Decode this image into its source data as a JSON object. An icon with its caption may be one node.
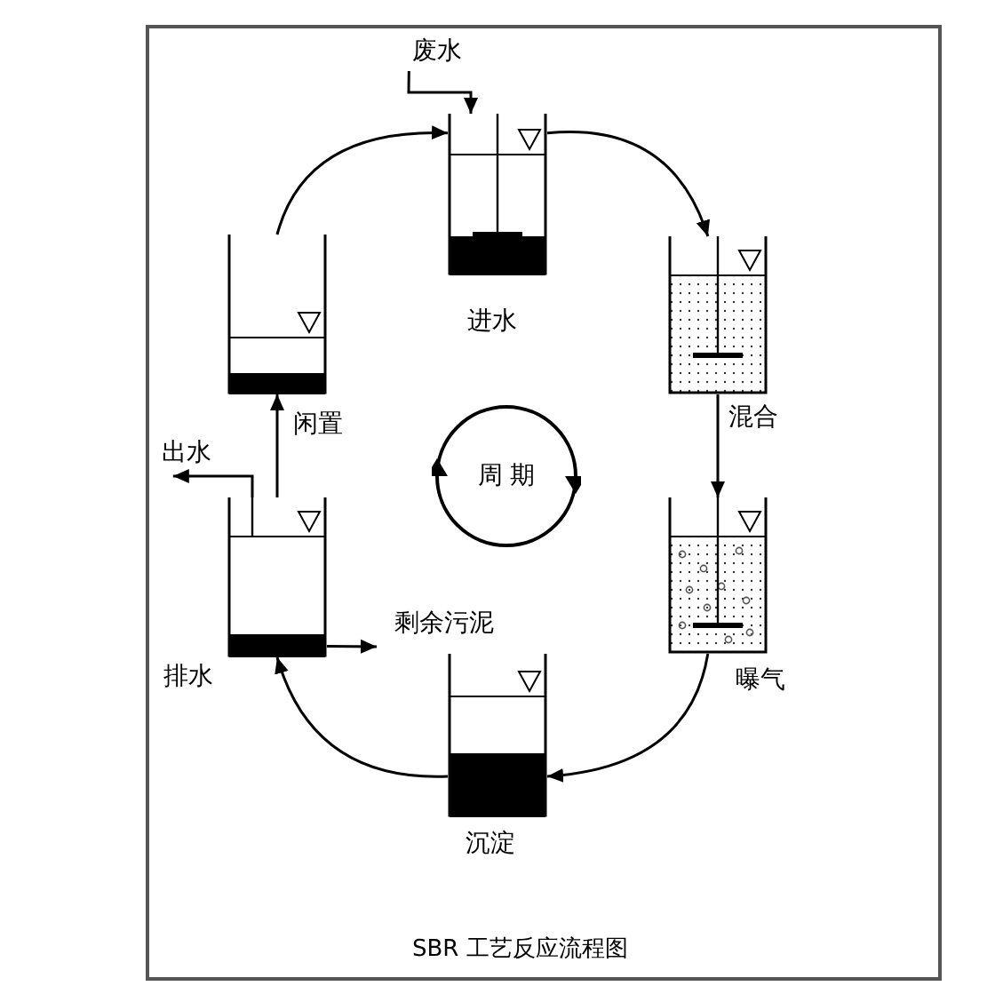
{
  "diagram": {
    "caption": "SBR 工艺反应流程图",
    "nodes": [
      {
        "text": [
          "废水"
        ]
      },
      {
        "text": [],
        "shape": "tank",
        "beside": [
          "进水"
        ]
      },
      {
        "text": [],
        "shape": "tank",
        "beside": [
          "混合"
        ]
      },
      {
        "text": [],
        "shape": "tank",
        "beside": [
          "曝气"
        ]
      },
      {
        "text": [],
        "shape": "tank",
        "beside": [
          "沉淀"
        ]
      },
      {
        "text": [],
        "shape": "tank",
        "beside": [
          "排水"
        ]
      },
      {
        "text": [
          "出水"
        ]
      },
      {
        "text": [
          "剩余污泥"
        ]
      },
      {
        "text": [],
        "shape": "tank",
        "beside": [
          "闲置"
        ]
      },
      {
        "text": [
          "周 期"
        ]
      }
    ],
    "edges": [
      {
        "from": 0,
        "to": 1,
        "arrow": "to"
      },
      {
        "from": 1,
        "to": 2,
        "arrow": "to"
      },
      {
        "from": 2,
        "to": 3,
        "arrow": "to"
      },
      {
        "from": 3,
        "to": 4,
        "arrow": "to"
      },
      {
        "from": 4,
        "to": 5,
        "arrow": "to"
      },
      {
        "from": 5,
        "to": 6,
        "arrow": "to"
      },
      {
        "from": 5,
        "to": 7,
        "arrow": "to"
      },
      {
        "from": 5,
        "to": 8,
        "arrow": "to"
      },
      {
        "from": 8,
        "to": 1,
        "arrow": "to"
      }
    ]
  }
}
